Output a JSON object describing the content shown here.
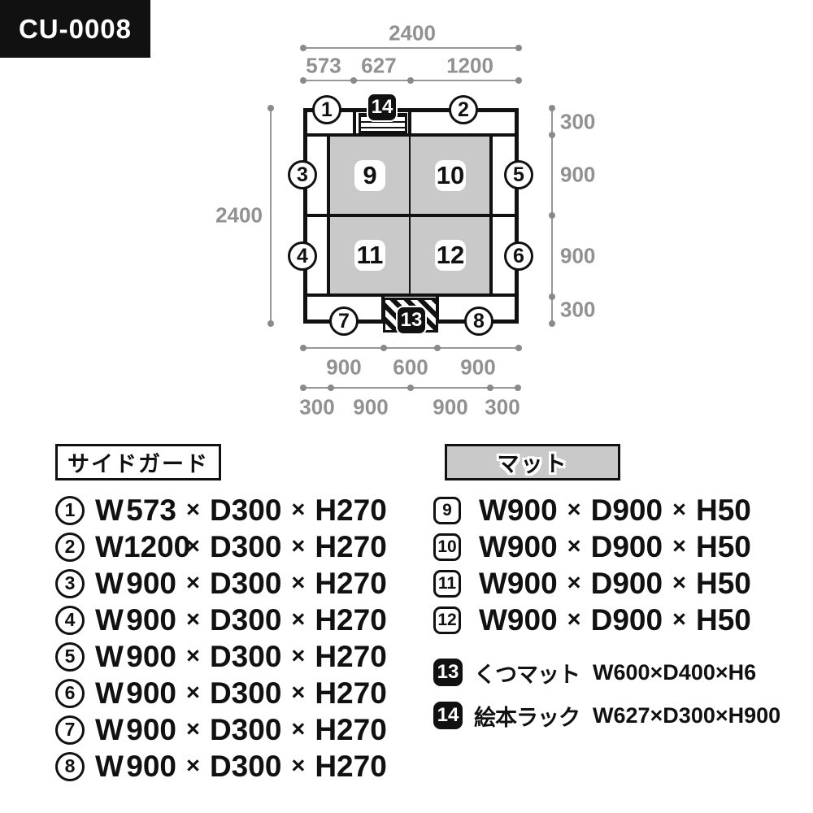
{
  "model_code": "CU-0008",
  "colors": {
    "black": "#111111",
    "dim_gray": "#919191",
    "mat_gray": "#c9c9c9"
  },
  "plan": {
    "dims": {
      "top_total": "2400",
      "top_segments": [
        "573",
        "627",
        "1200"
      ],
      "left_total": "2400",
      "right_segments": [
        "300",
        "900",
        "900",
        "300"
      ],
      "bottom_inner": [
        "900",
        "600",
        "900"
      ],
      "bottom_outer": [
        "300",
        "900",
        "900",
        "300"
      ]
    },
    "guards": [
      "1",
      "2",
      "3",
      "4",
      "5",
      "6",
      "7",
      "8"
    ],
    "mats": [
      "9",
      "10",
      "11",
      "12"
    ],
    "shoe_num": "13",
    "rack_num": "14"
  },
  "legend": {
    "times": "×",
    "side_guard": {
      "title": "サイドガード",
      "items": [
        {
          "num": "1",
          "w": "W",
          "v": "573",
          "d": "D300",
          "h": "H270"
        },
        {
          "num": "2",
          "w": "W",
          "v": "1200",
          "d": "D300",
          "h": "H270"
        },
        {
          "num": "3",
          "w": "W",
          "v": "900",
          "d": "D300",
          "h": "H270"
        },
        {
          "num": "4",
          "w": "W",
          "v": "900",
          "d": "D300",
          "h": "H270"
        },
        {
          "num": "5",
          "w": "W",
          "v": "900",
          "d": "D300",
          "h": "H270"
        },
        {
          "num": "6",
          "w": "W",
          "v": "900",
          "d": "D300",
          "h": "H270"
        },
        {
          "num": "7",
          "w": "W",
          "v": "900",
          "d": "D300",
          "h": "H270"
        },
        {
          "num": "8",
          "w": "W",
          "v": "900",
          "d": "D300",
          "h": "H270"
        }
      ]
    },
    "mat": {
      "title": "マット",
      "items": [
        {
          "num": "9",
          "wv": "W900",
          "d": "D900",
          "h": "H50"
        },
        {
          "num": "10",
          "wv": "W900",
          "d": "D900",
          "h": "H50"
        },
        {
          "num": "11",
          "wv": "W900",
          "d": "D900",
          "h": "H50"
        },
        {
          "num": "12",
          "wv": "W900",
          "d": "D900",
          "h": "H50"
        }
      ],
      "extras": [
        {
          "num": "13",
          "name": "くつマット",
          "size": "W600×D400×H6"
        },
        {
          "num": "14",
          "name": "絵本ラック",
          "size": "W627×D300×H900"
        }
      ]
    }
  }
}
